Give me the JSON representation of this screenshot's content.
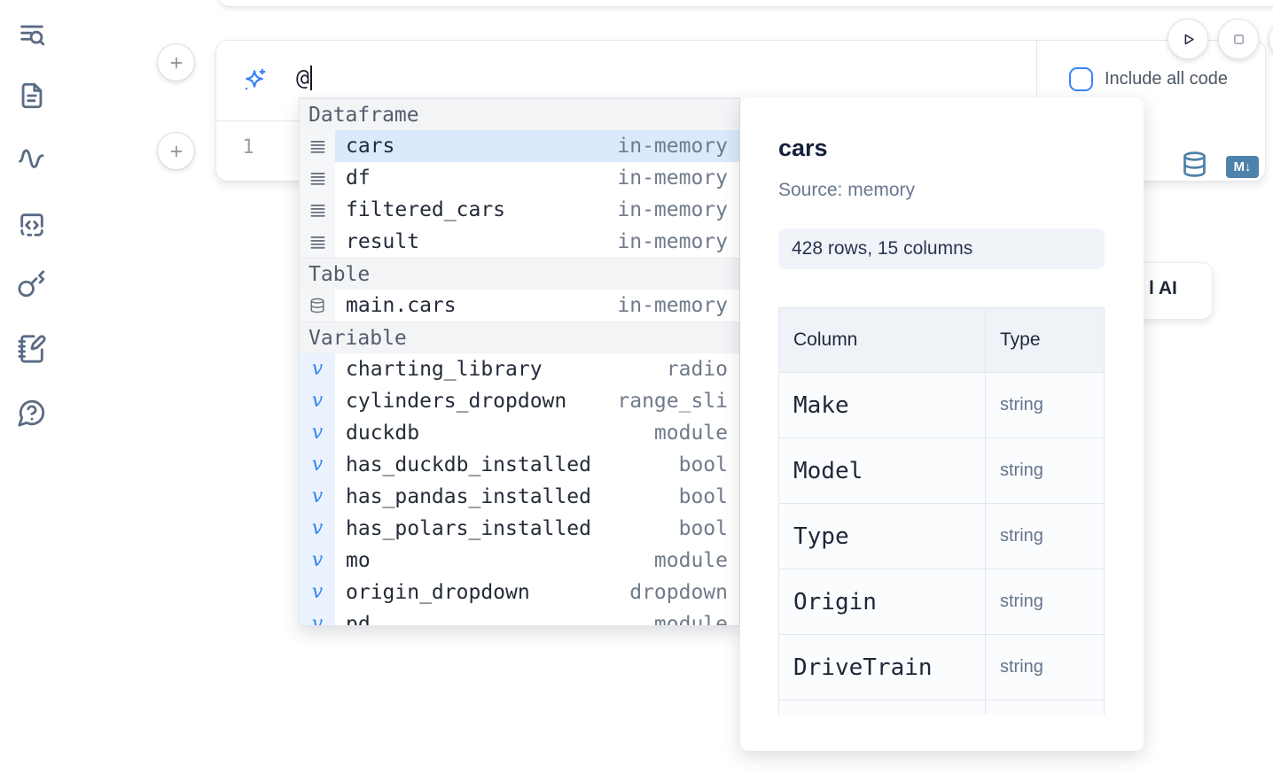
{
  "sidebar": {
    "items": [
      {
        "icon": "toc-search-icon"
      },
      {
        "icon": "file-document-icon"
      },
      {
        "icon": "activity-icon"
      },
      {
        "icon": "code-snippets-icon"
      },
      {
        "icon": "key-icon"
      },
      {
        "icon": "scratchpad-icon"
      },
      {
        "icon": "help-chat-icon"
      }
    ]
  },
  "toolbar": {
    "run_icon": "play-icon",
    "stop_icon": "stop-square-icon"
  },
  "cell": {
    "prompt_value": "@",
    "include_all_code": {
      "label": "Include all code",
      "checked": false
    },
    "line_number": "1",
    "corner_icons": [
      "database-icon",
      "markdown-icon"
    ],
    "markdown_badge": "M↓"
  },
  "autocomplete": {
    "sections": [
      {
        "label": "Dataframe",
        "items": [
          {
            "icon": "rows",
            "name": "cars",
            "type": "in-memory",
            "selected": true
          },
          {
            "icon": "rows",
            "name": "df",
            "type": "in-memory"
          },
          {
            "icon": "rows",
            "name": "filtered_cars",
            "type": "in-memory"
          },
          {
            "icon": "rows",
            "name": "result",
            "type": "in-memory"
          }
        ]
      },
      {
        "label": "Table",
        "items": [
          {
            "icon": "database",
            "name": "main.cars",
            "type": "in-memory"
          }
        ]
      },
      {
        "label": "Variable",
        "items": [
          {
            "icon": "variable",
            "name": "charting_library",
            "type": "radio"
          },
          {
            "icon": "variable",
            "name": "cylinders_dropdown",
            "type": "range_sli"
          },
          {
            "icon": "variable",
            "name": "duckdb",
            "type": "module"
          },
          {
            "icon": "variable",
            "name": "has_duckdb_installed",
            "type": "bool"
          },
          {
            "icon": "variable",
            "name": "has_pandas_installed",
            "type": "bool"
          },
          {
            "icon": "variable",
            "name": "has_polars_installed",
            "type": "bool"
          },
          {
            "icon": "variable",
            "name": "mo",
            "type": "module"
          },
          {
            "icon": "variable",
            "name": "origin_dropdown",
            "type": "dropdown"
          },
          {
            "icon": "variable",
            "name": "pd",
            "type": "module"
          }
        ]
      }
    ]
  },
  "preview": {
    "title": "cars",
    "source": "Source: memory",
    "shape": "428 rows, 15 columns",
    "table": {
      "headers": [
        "Column",
        "Type"
      ],
      "rows": [
        [
          "Make",
          "string"
        ],
        [
          "Model",
          "string"
        ],
        [
          "Type",
          "string"
        ],
        [
          "Origin",
          "string"
        ],
        [
          "DriveTrain",
          "string"
        ]
      ]
    }
  },
  "ai_card": {
    "label": "l AI"
  },
  "colors": {
    "accent_blue": "#3b82f6",
    "steel_blue": "#4d82ab",
    "selection_bg": "#d9eafc",
    "section_header_bg": "#f3f4f6"
  }
}
